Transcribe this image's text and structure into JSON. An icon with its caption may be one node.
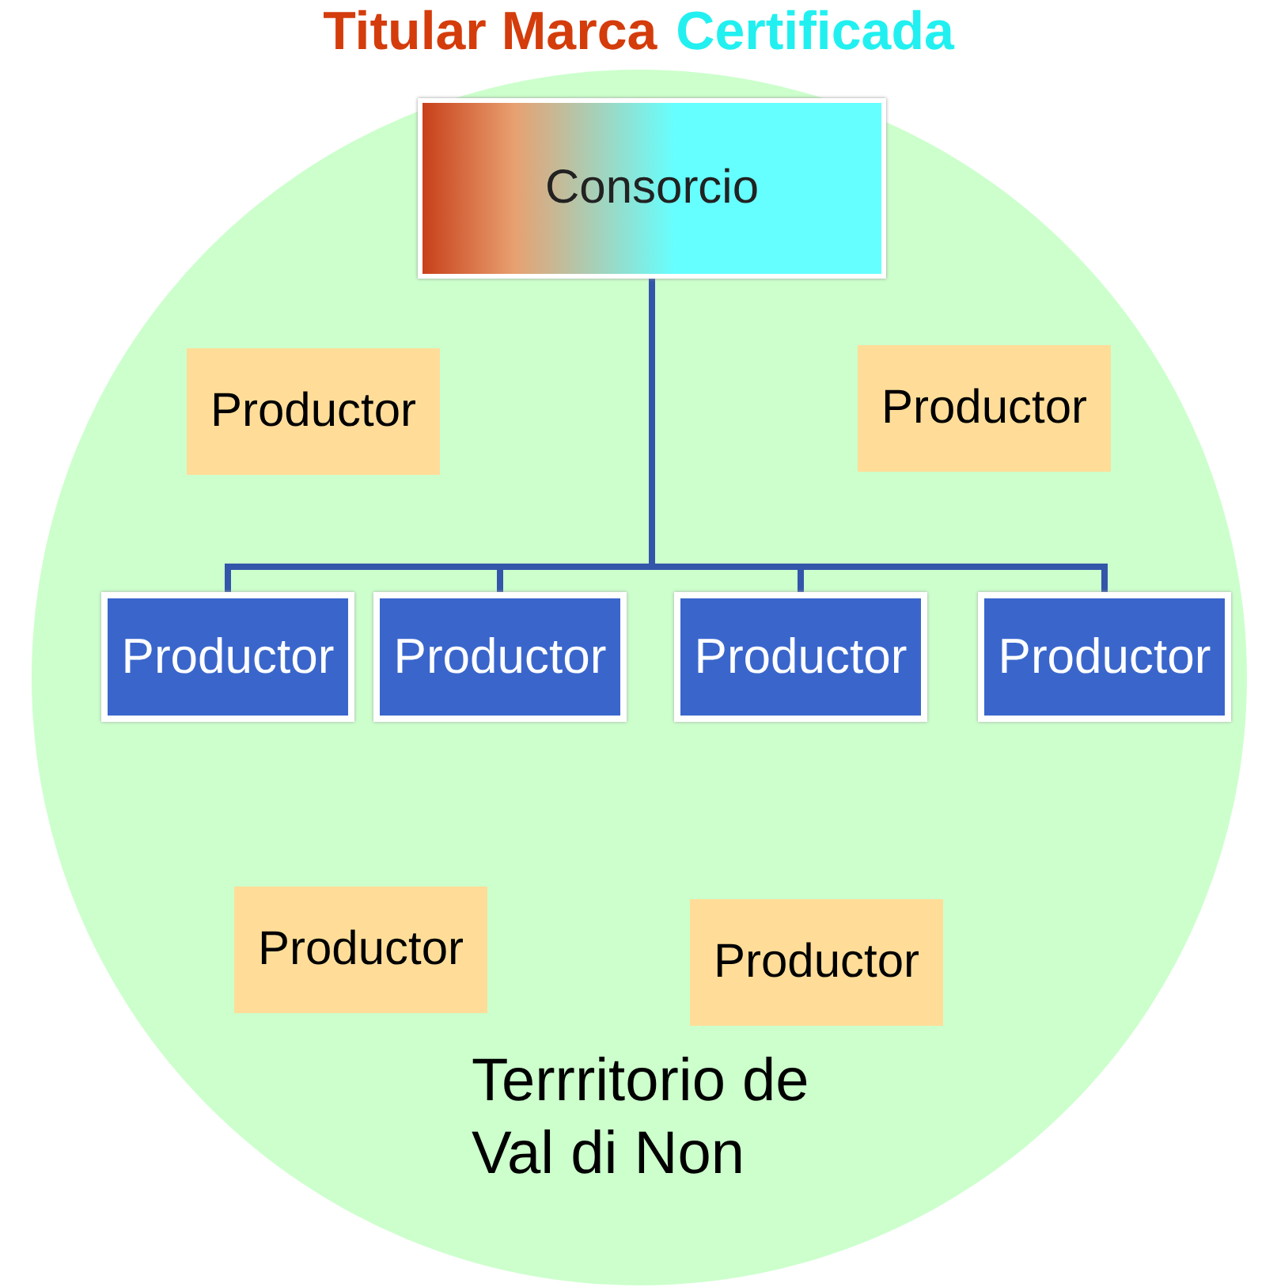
{
  "diagram": {
    "labels": [
      "Titular Marca",
      "Certificada"
    ],
    "nodes": [
      {
        "text": [
          "Terrritorio de Val di Non"
        ]
      },
      {
        "text": [
          "Consorcio"
        ],
        "in": 0
      },
      {
        "text": [
          "Productor"
        ],
        "in": 0
      },
      {
        "text": [
          "Productor"
        ],
        "in": 0
      },
      {
        "text": [
          "Productor"
        ],
        "in": 0
      },
      {
        "text": [
          "Productor"
        ],
        "in": 0
      },
      {
        "text": [
          "Productor"
        ],
        "in": 0
      },
      {
        "text": [
          "Productor"
        ],
        "in": 0
      },
      {
        "text": [
          "Productor"
        ],
        "in": 0
      },
      {
        "text": [
          "Productor"
        ],
        "in": 0
      }
    ],
    "edges": [
      {
        "from": 1,
        "to": 4,
        "arrow": "none"
      },
      {
        "from": 1,
        "to": 5,
        "arrow": "none"
      },
      {
        "from": 1,
        "to": 6,
        "arrow": "none"
      },
      {
        "from": 1,
        "to": 7,
        "arrow": "none"
      }
    ]
  }
}
